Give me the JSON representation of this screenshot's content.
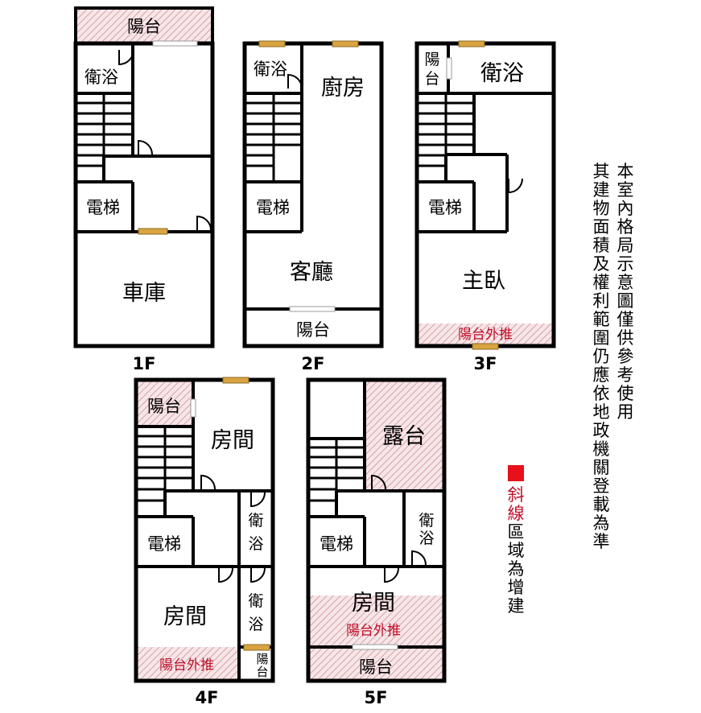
{
  "floors": {
    "f1": {
      "label": "1F",
      "balcony": "陽台",
      "bath": "衛浴",
      "elevator": "電梯",
      "garage": "車庫"
    },
    "f2": {
      "label": "2F",
      "bath": "衛浴",
      "kitchen": "廚房",
      "elevator": "電梯",
      "living": "客廳",
      "balcony": "陽台"
    },
    "f3": {
      "label": "3F",
      "balcony": "陽台",
      "bath": "衛浴",
      "elevator": "電梯",
      "master": "主臥",
      "balcony_ext": "陽台外推"
    },
    "f4": {
      "label": "4F",
      "balcony": "陽台",
      "room_upper": "房間",
      "elevator": "電梯",
      "bath_upper": "衛浴",
      "room_lower": "房間",
      "bath_lower": "衛浴",
      "balcony_ext": "陽台外推",
      "balcony_small": "陽台"
    },
    "f5": {
      "label": "5F",
      "terrace": "露台",
      "elevator": "電梯",
      "bath": "衛浴",
      "room": "房間",
      "balcony_ext": "陽台外推",
      "balcony": "陽台"
    }
  },
  "legend": {
    "text_red": "斜線",
    "text_black": "區域為增建",
    "swatch_color": "#e8101a"
  },
  "notes": {
    "line1": "本室內格局示意圖僅供參考使用",
    "line2": "其建物面積及權利範圍仍應依地政機關登載為準"
  },
  "colors": {
    "wall": "#000000",
    "hatch": "#e8c4c8",
    "window": "#d9a441",
    "text_red": "#c0102a"
  }
}
